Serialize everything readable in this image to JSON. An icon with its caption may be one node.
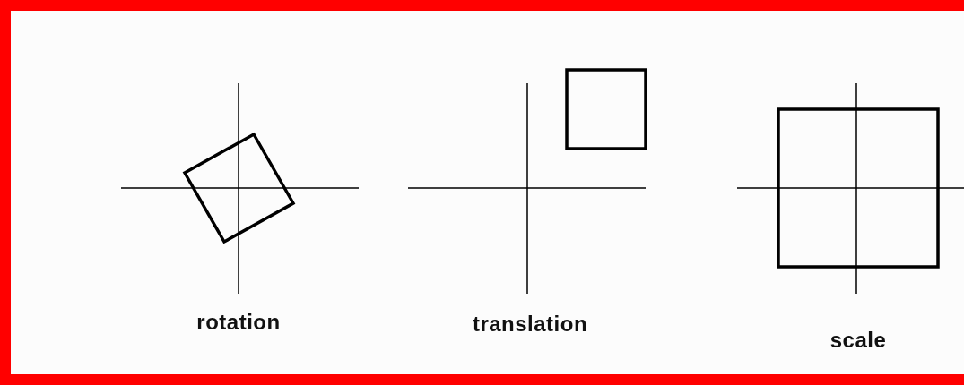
{
  "diagram": {
    "labels": [
      "rotation",
      "translation",
      "scale"
    ]
  }
}
